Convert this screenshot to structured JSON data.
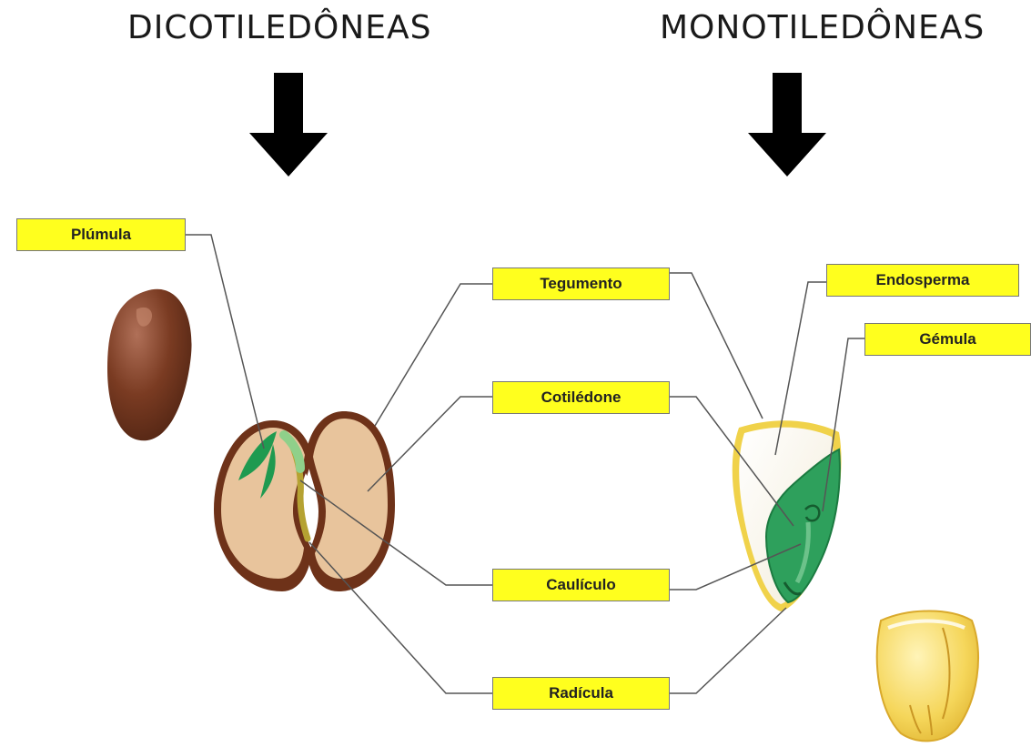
{
  "headings": {
    "left": "DICOTILEDÔNEAS",
    "right": "MONOTILEDÔNEAS"
  },
  "labels": {
    "plumula": "Plúmula",
    "tegumento": "Tegumento",
    "cotiledone": "Cotilédone",
    "caulicula": "Caulículo",
    "radicula": "Radícula",
    "endosperma": "Endosperma",
    "gemula": "Gémula"
  },
  "colors": {
    "label_fill": "#ffff1e",
    "seed_brown": "#7a3b22",
    "seed_interior": "#e8c49c",
    "embryo_green": "#2e9e57",
    "corn_yellow": "#f2d24b",
    "arrow": "#000000"
  }
}
